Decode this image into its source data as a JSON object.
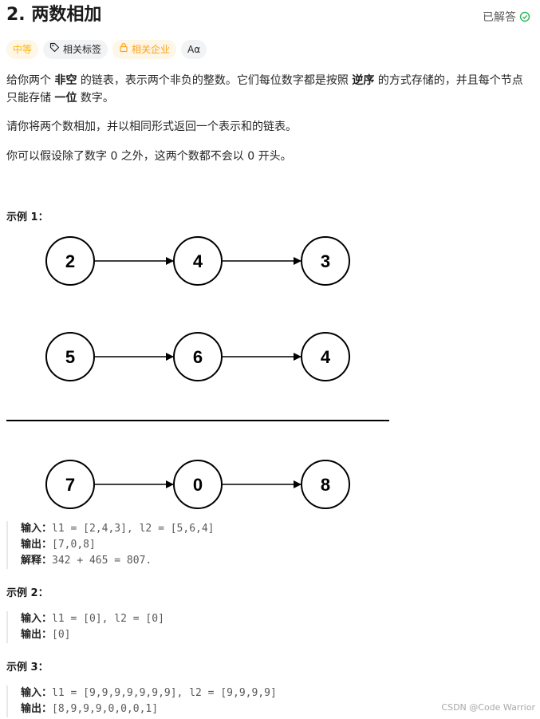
{
  "title": "2. 两数相加",
  "solved_label": "已解答",
  "tags": {
    "difficulty": "中等",
    "related_tags": "相关标签",
    "related_companies": "相关企业",
    "font_toggle": "Aα"
  },
  "description": {
    "p1_a": "给你两个 ",
    "p1_b": "非空",
    "p1_c": " 的链表，表示两个非负的整数。它们每位数字都是按照 ",
    "p1_d": "逆序",
    "p1_e": " 的方式存储的，并且每个节点只能存储 ",
    "p1_f": "一位",
    "p1_g": " 数字。",
    "p2": "请你将两个数相加，并以相同形式返回一个表示和的链表。",
    "p3": "你可以假设除了数字 0 之外，这两个数都不会以 0 开头。"
  },
  "diagram": {
    "rows": [
      [
        "2",
        "4",
        "3"
      ],
      [
        "5",
        "6",
        "4"
      ],
      [
        "7",
        "0",
        "8"
      ]
    ]
  },
  "examples": [
    {
      "title": "示例 1：",
      "input_label": "输入：",
      "input": "l1 = [2,4,3], l2 = [5,6,4]",
      "output_label": "输出：",
      "output": "[7,0,8]",
      "explain_label": "解释：",
      "explain": "342 + 465 = 807."
    },
    {
      "title": "示例 2：",
      "input_label": "输入：",
      "input": "l1 = [0], l2 = [0]",
      "output_label": "输出：",
      "output": "[0]"
    },
    {
      "title": "示例 3：",
      "input_label": "输入：",
      "input": "l1 = [9,9,9,9,9,9,9], l2 = [9,9,9,9]",
      "output_label": "输出：",
      "output": "[8,9,9,9,0,0,0,1]"
    }
  ],
  "watermark": "CSDN @Code Warrior",
  "colors": {
    "accent": "#ffa116",
    "solved": "#2db55d"
  }
}
